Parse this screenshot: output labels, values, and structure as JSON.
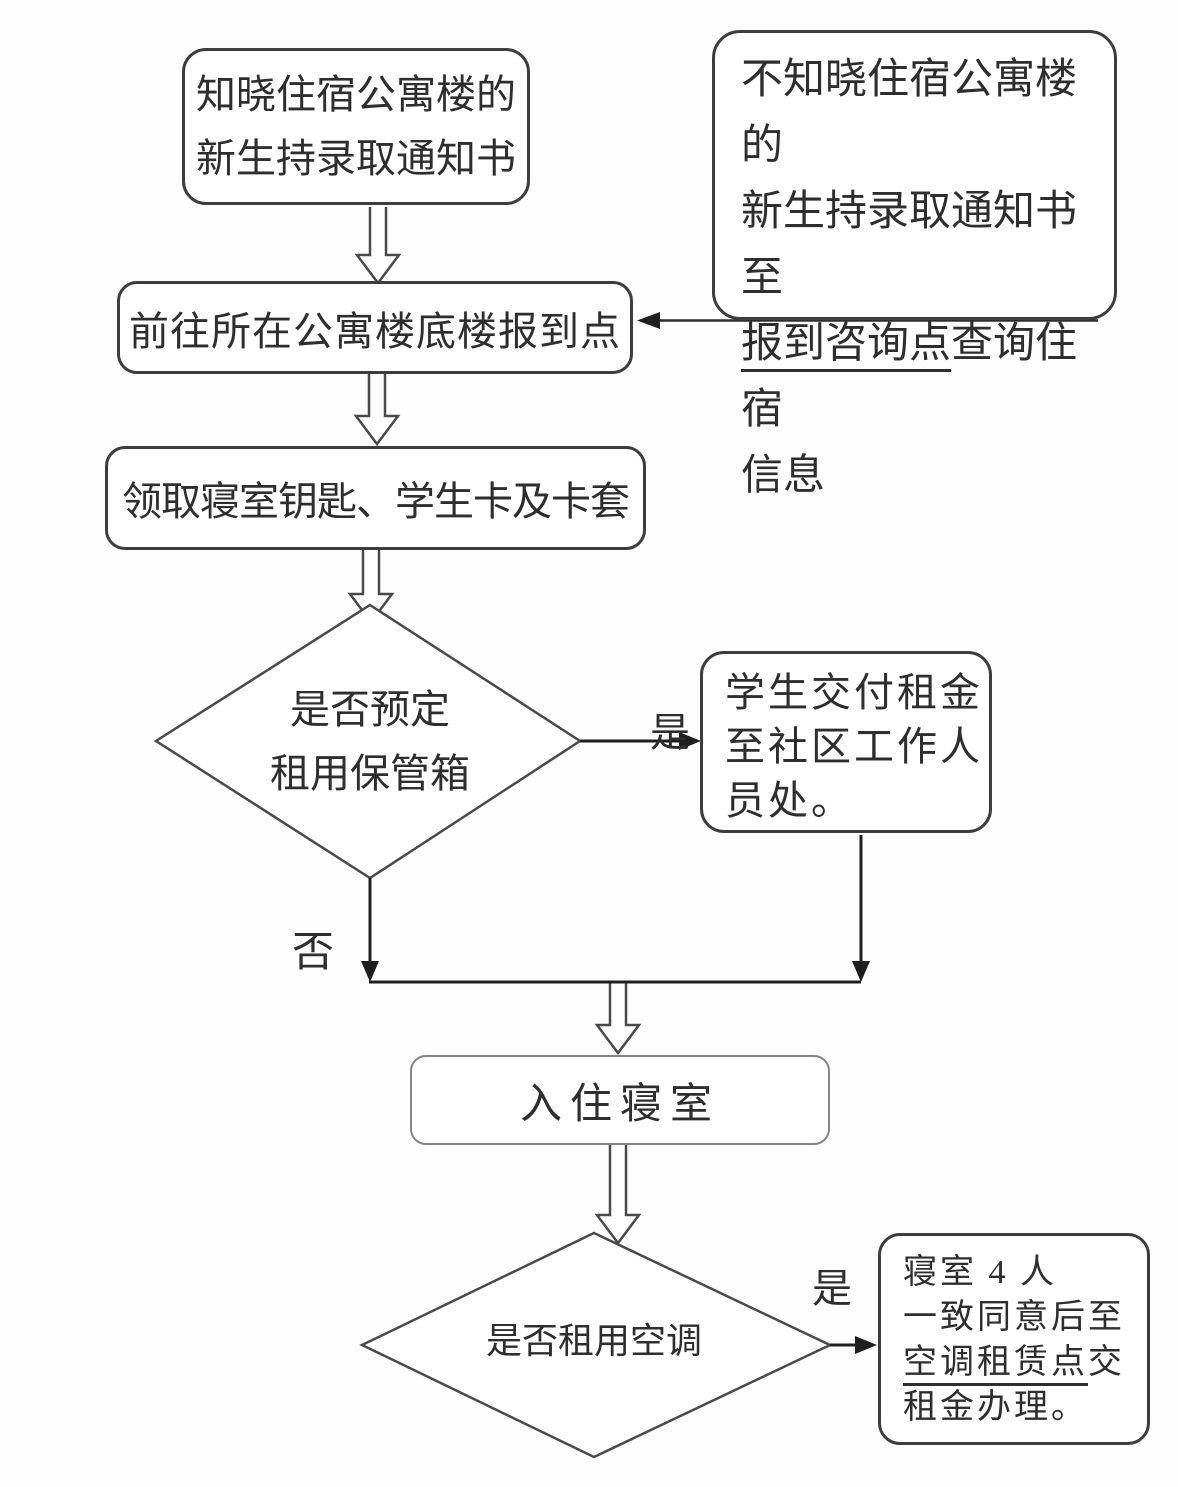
{
  "diagram_type": "flowchart",
  "nodes": {
    "known_start": {
      "lines": [
        "知晓住宿公寓楼的",
        "新生持录取通知书"
      ]
    },
    "unknown_start": {
      "lines": [
        "不知晓住宿公寓楼的",
        "新生持录取通知书至"
      ],
      "underlined": "报到咨询点",
      "after_underline": "查询住宿",
      "last_line": "信息"
    },
    "report_point": {
      "label": "前往所在公寓楼底楼报到点"
    },
    "collect_items": {
      "label": "领取寝室钥匙、学生卡及卡套"
    },
    "locker_decision": {
      "lines": [
        "是否预定",
        "租用保管箱"
      ]
    },
    "pay_rent": {
      "lines": [
        "学生交付租金",
        "至社区工作人",
        "员处。"
      ]
    },
    "check_in": {
      "label": "入住寝室"
    },
    "aircon_decision": {
      "label": "是否租用空调"
    },
    "aircon_rent": {
      "line1": "寝室 4 人",
      "line2": "一致同意后至",
      "underlined": "空调租赁点",
      "after_underline": "交",
      "line4": "租金办理。"
    }
  },
  "labels": {
    "yes1": "是",
    "no1": "否",
    "yes2": "是"
  },
  "edges": [
    {
      "from": "known_start",
      "to": "report_point",
      "style": "hollow-block-arrow"
    },
    {
      "from": "unknown_start",
      "to": "report_point",
      "style": "solid-arrow"
    },
    {
      "from": "report_point",
      "to": "collect_items",
      "style": "hollow-block-arrow"
    },
    {
      "from": "collect_items",
      "to": "locker_decision",
      "style": "hollow-block-arrow"
    },
    {
      "from": "locker_decision",
      "to": "pay_rent",
      "label": "是",
      "style": "solid-arrow"
    },
    {
      "from": "locker_decision",
      "to": "merge-point",
      "label": "否",
      "style": "solid-arrow"
    },
    {
      "from": "pay_rent",
      "to": "merge-point",
      "style": "solid-arrow"
    },
    {
      "from": "merge-point",
      "to": "check_in",
      "style": "hollow-block-arrow"
    },
    {
      "from": "check_in",
      "to": "aircon_decision",
      "style": "hollow-block-arrow"
    },
    {
      "from": "aircon_decision",
      "to": "aircon_rent",
      "label": "是",
      "style": "solid-arrow"
    }
  ],
  "colors": {
    "background": "#fdfdfd",
    "text": "#2e2e2e",
    "line": "#2e2e2e",
    "border_dark": "#3d3d3d",
    "border_light": "#858585"
  }
}
